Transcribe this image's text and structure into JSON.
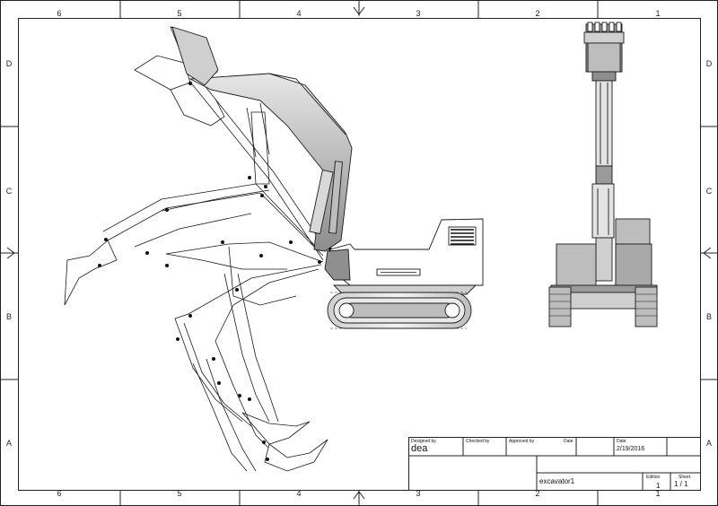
{
  "zones": {
    "columns": [
      "6",
      "5",
      "4",
      "3",
      "2",
      "1"
    ],
    "rows": [
      "D",
      "C",
      "B",
      "A"
    ]
  },
  "title_block": {
    "designed_by_label": "Designed by",
    "designed_by_value": "dea",
    "checked_by_label": "Checked by",
    "approved_by_label": "Approved by",
    "date_label_1": "Date",
    "date_label_2": "Date",
    "date_value": "2/19/2016",
    "file_name": "excavator1",
    "edition_label": "Edition",
    "sheet_label": "Sheet",
    "edition_value": "1",
    "sheet_value": "1 / 1"
  },
  "colors": {
    "line": "#1a1a1a",
    "body_shade": "#9a9a9a",
    "light_shade": "#cfcfcf"
  }
}
